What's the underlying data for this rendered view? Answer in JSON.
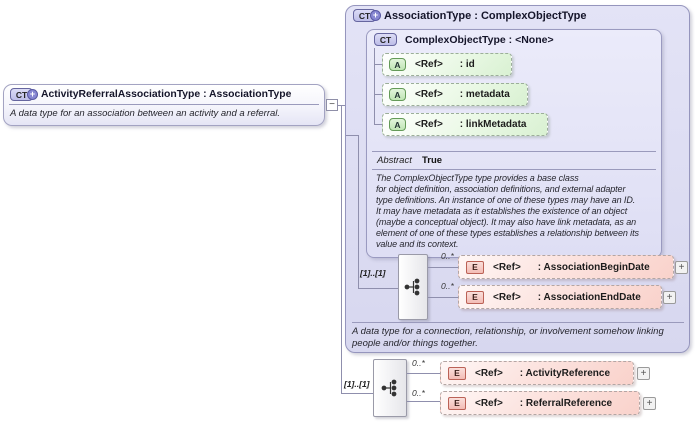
{
  "badges": {
    "complex_type": "CT",
    "attribute": "A",
    "element": "E"
  },
  "icons": {
    "plus": "+",
    "minus": "−",
    "derivation_plus": "+"
  },
  "colors": {
    "type_box_fill": "#d7d7ef",
    "nested_box_fill": "#e4e4f7",
    "attribute_fill": "#d9f1d2",
    "attribute_badge": "#bfe5b4",
    "element_fill": "#f9d2cb",
    "element_badge": "#f3bcb5",
    "badge_ct_fill": "#bdbde8",
    "connector": "#8f8fad"
  },
  "main_type": {
    "title": "ActivityReferralAssociationType : AssociationType",
    "documentation": "A data type for an association between an activity and a referral."
  },
  "base_type": {
    "title": "AssociationType : ComplexObjectType",
    "documentation": "A data type for a connection, relationship, or involvement somehow linking\npeople and/or things together.",
    "inner_base": {
      "title": "ComplexObjectType : <None>",
      "attributes": [
        {
          "ref": "<Ref>",
          "name": ": id"
        },
        {
          "ref": "<Ref>",
          "name": ": metadata"
        },
        {
          "ref": "<Ref>",
          "name": ": linkMetadata"
        }
      ],
      "facet": {
        "label": "Abstract",
        "value": "True"
      },
      "documentation": "The ComplexObjectType type provides a base class\nfor object definition, association definitions, and external adapter\ntype definitions. An instance of one of these types may have an ID.\nIt may have metadata as it establishes the existence of an object\n(maybe a conceptual object). It may also have link metadata, as an\nelement of one of these types establishes a relationship between its\nvalue and its context."
    },
    "sequence": {
      "cardinality": "[1]..[1]",
      "elements": [
        {
          "occurs": "0..*",
          "ref": "<Ref>",
          "name": ": AssociationBeginDate"
        },
        {
          "occurs": "0..*",
          "ref": "<Ref>",
          "name": ": AssociationEndDate"
        }
      ]
    }
  },
  "content_sequence": {
    "cardinality": "[1]..[1]",
    "elements": [
      {
        "occurs": "0..*",
        "ref": "<Ref>",
        "name": ": ActivityReference"
      },
      {
        "occurs": "0..*",
        "ref": "<Ref>",
        "name": ": ReferralReference"
      }
    ]
  }
}
